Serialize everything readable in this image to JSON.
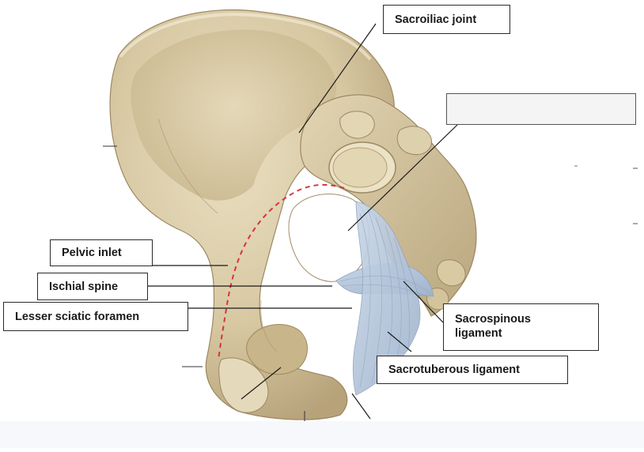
{
  "diagram": {
    "labels": {
      "sacroiliac_joint": "Sacroiliac joint",
      "blank_label": "",
      "pelvic_inlet": "Pelvic inlet",
      "ischial_spine": "Ischial spine",
      "lesser_sciatic_foramen": "Lesser sciatic foramen",
      "sacrospinous_line1": "Sacrospinous",
      "sacrospinous_line2": "ligament",
      "sacrotuberous_ligament": "Sacrotuberous ligament"
    }
  },
  "colors": {
    "bone": "#dccfae",
    "bone_shadow": "#b9a67d",
    "bone_dark": "#8f7c57",
    "ligament": "#b8c9de",
    "dashed_line": "#d8333b",
    "leader_line": "#1a1a1a"
  }
}
